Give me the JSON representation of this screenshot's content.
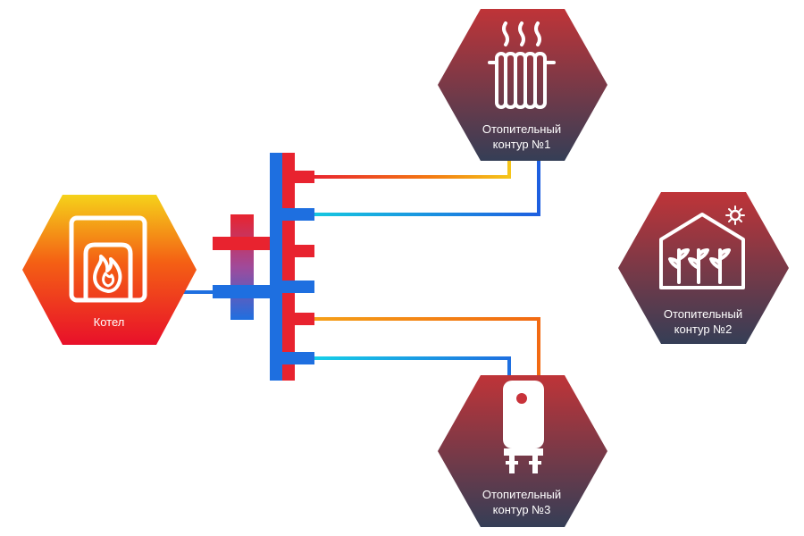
{
  "nodes": {
    "boiler": {
      "label": "Котел"
    },
    "circuit1": {
      "label": "Отопительный\nконтур  №1"
    },
    "circuit2": {
      "label": "Отопительный\nконтур  №2"
    },
    "circuit3": {
      "label": "Отопительный\nконтур  №3"
    }
  },
  "colors": {
    "hot": "#e8232f",
    "cold": "#1e6fe0",
    "boiler_gradient": [
      "#f5d21a",
      "#f25a12",
      "#e8102a"
    ],
    "circuit_gradient": [
      "#b8333c",
      "#3a4057"
    ]
  },
  "icons": {
    "boiler": "boiler-fire-icon",
    "circuit1": "radiator-icon",
    "circuit2": "greenhouse-icon",
    "circuit3": "water-heater-icon"
  }
}
